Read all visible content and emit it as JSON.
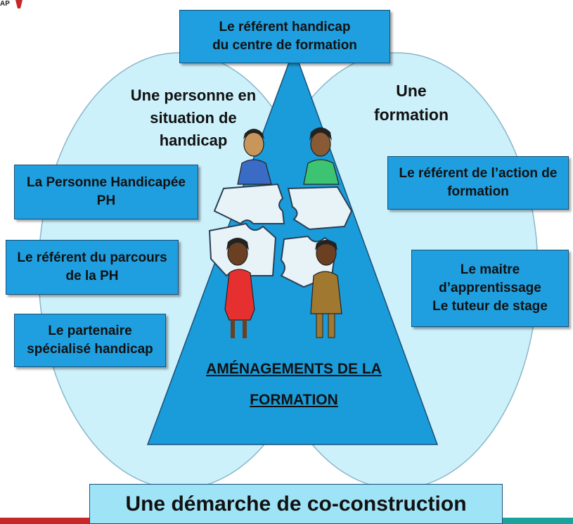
{
  "corner_logo": "AP",
  "top_box": [
    "Le référent handicap",
    "du centre de formation"
  ],
  "left_heading": [
    "Une personne en",
    "situation de",
    "handicap"
  ],
  "right_heading": [
    "Une",
    "formation"
  ],
  "left_boxes": [
    [
      "La Personne Handicapée",
      "PH"
    ],
    [
      "Le référent du parcours",
      "de la PH"
    ],
    [
      "Le  partenaire",
      "spécialisé handicap"
    ]
  ],
  "right_boxes": [
    [
      "Le référent de l’action de",
      "formation"
    ],
    [
      "Le maitre",
      "d’apprentissage",
      "Le tuteur de stage"
    ]
  ],
  "center_title": [
    "AMÉNAGEMENTS DE LA",
    "FORMATION"
  ],
  "bottom_banner": "Une démarche de co-construction",
  "colors": {
    "ellipse_fill": "#cdf1fb",
    "triangle_fill": "#1a9cdb",
    "box_fill": "#1f9fdf",
    "banner_fill": "#9fe3f7"
  }
}
